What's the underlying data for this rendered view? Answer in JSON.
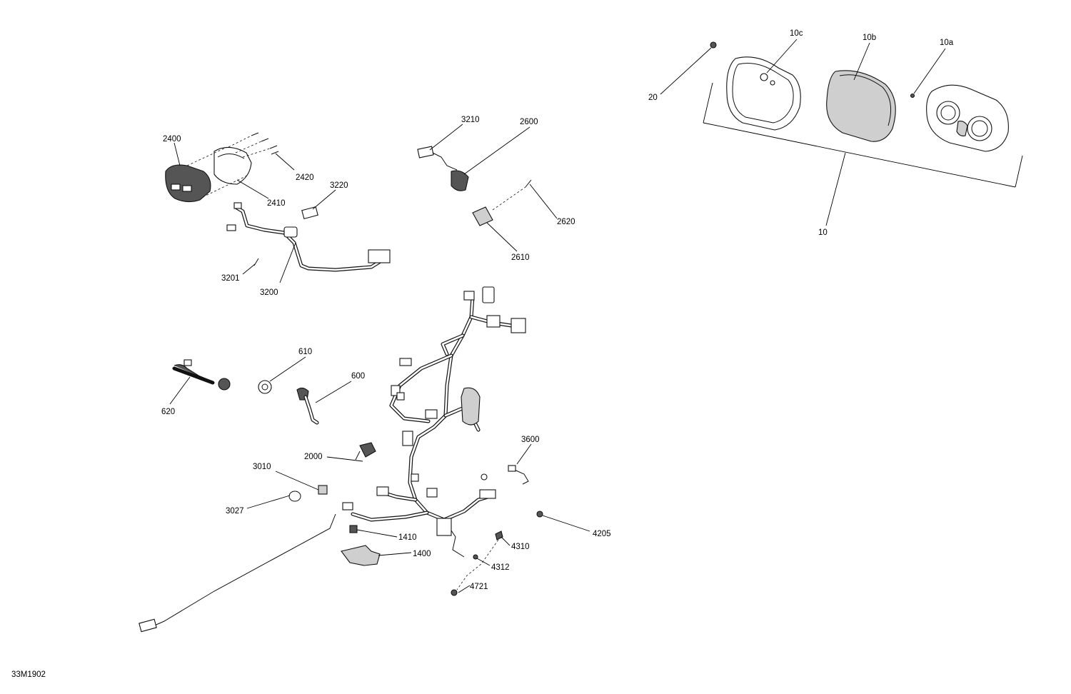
{
  "figure_code": "33M1902",
  "parts": [
    {
      "id": "2400"
    },
    {
      "id": "2420"
    },
    {
      "id": "2410"
    },
    {
      "id": "3220"
    },
    {
      "id": "3210"
    },
    {
      "id": "2600"
    },
    {
      "id": "2620"
    },
    {
      "id": "2610"
    },
    {
      "id": "3201"
    },
    {
      "id": "3200"
    },
    {
      "id": "610"
    },
    {
      "id": "600"
    },
    {
      "id": "620"
    },
    {
      "id": "2000"
    },
    {
      "id": "3600"
    },
    {
      "id": "3010"
    },
    {
      "id": "3027"
    },
    {
      "id": "1410"
    },
    {
      "id": "4310"
    },
    {
      "id": "4205"
    },
    {
      "id": "1400"
    },
    {
      "id": "4312"
    },
    {
      "id": "4721"
    },
    {
      "id": "20"
    },
    {
      "id": "10c"
    },
    {
      "id": "10b"
    },
    {
      "id": "10a"
    },
    {
      "id": "10"
    }
  ]
}
